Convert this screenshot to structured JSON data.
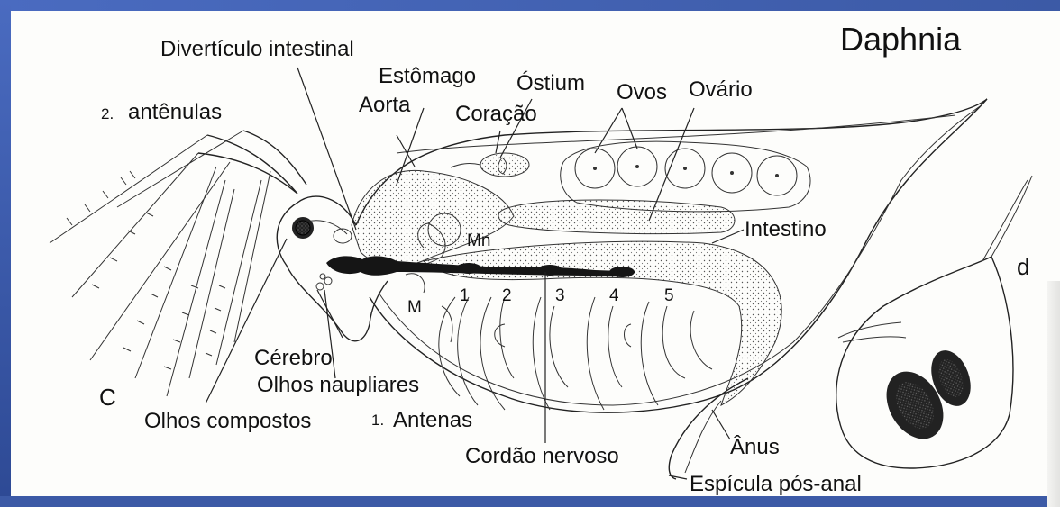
{
  "title": "Daphnia",
  "labels": {
    "diverticulo": "Divertículo intestinal",
    "estomago": "Estômago",
    "ostium": "Óstium",
    "antenulas_num": "2.",
    "antenulas": "antênulas",
    "aorta": "Aorta",
    "coracao": "Coração",
    "ovos": "Ovos",
    "ovario": "Ovário",
    "mn": "Mn",
    "intestino": "Intestino",
    "m": "M",
    "cerebro": "Cérebro",
    "olhos_naupliares": "Olhos naupliares",
    "olhos_compostos": "Olhos compostos",
    "antenas_num": "1.",
    "antenas": "Antenas",
    "cordao": "Cordão nervoso",
    "anus": "Ânus",
    "espicula": "Espícula pós-anal",
    "panel_c": "C",
    "panel_d": "d"
  },
  "legs": [
    "1",
    "2",
    "3",
    "4",
    "5"
  ],
  "colors": {
    "background_frame": "#3c5aa6",
    "paper": "#fdfdfb",
    "ink": "#111111"
  }
}
